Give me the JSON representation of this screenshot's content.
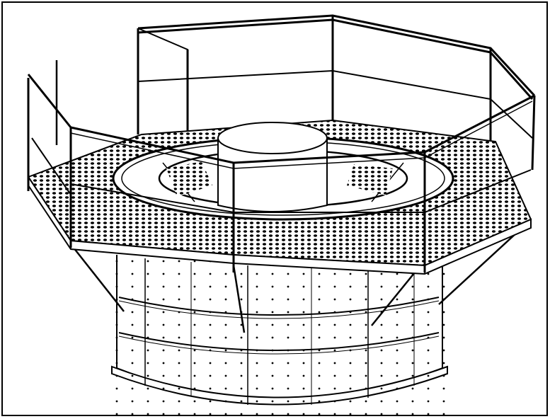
{
  "figure": {
    "kind": "isometric line drawing",
    "subject_parts": [
      "octagonal-guardrail",
      "perforated-grating-platform",
      "center-cylinder",
      "inner-ring",
      "lower-cylindrical-shell",
      "support-braces"
    ],
    "colors": {
      "line": "#000000",
      "background": "#ffffff",
      "shade": "#e6e6e6"
    }
  }
}
